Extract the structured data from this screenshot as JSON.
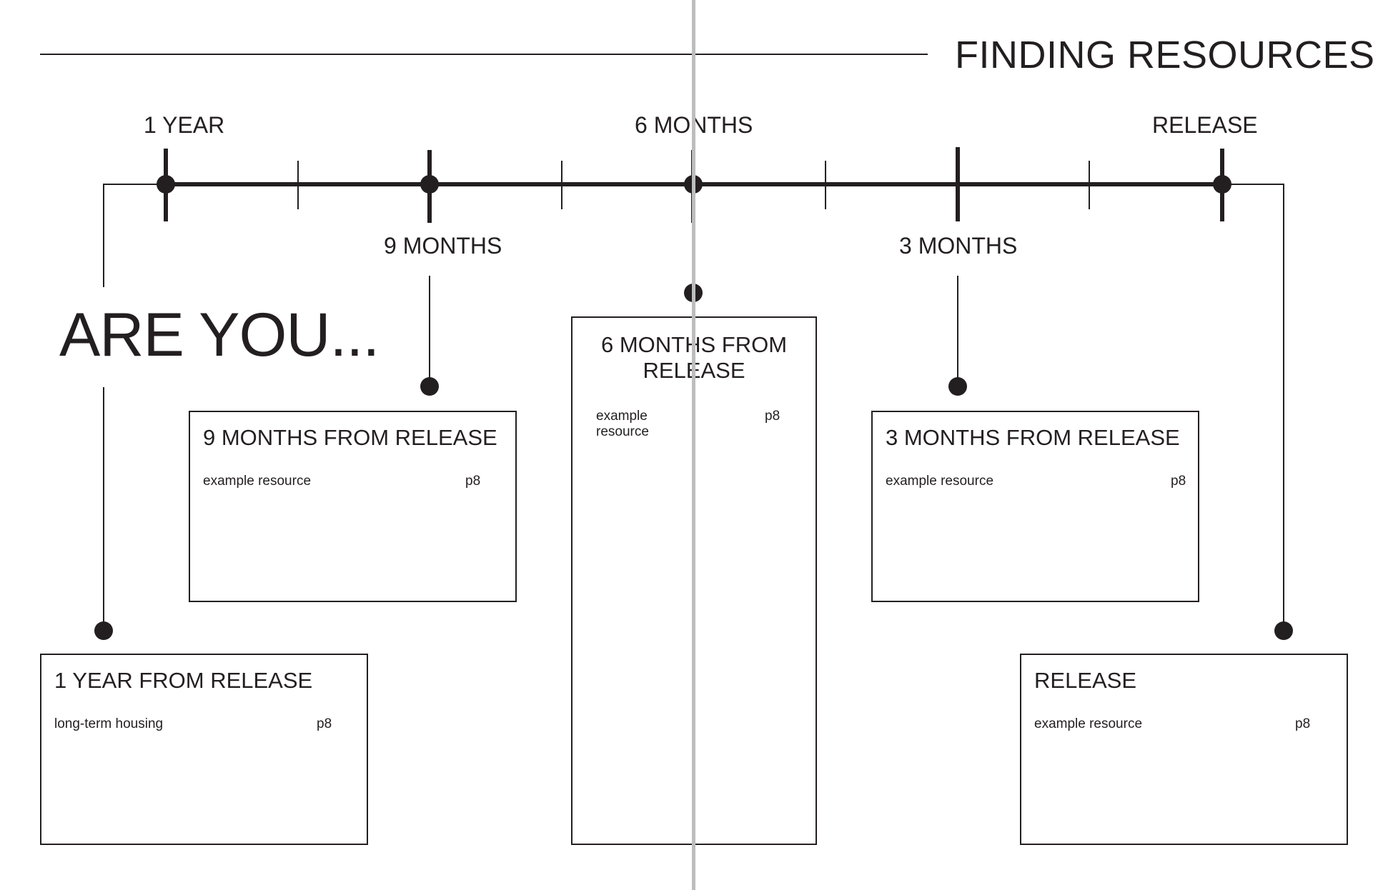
{
  "page": {
    "title": "FINDING RESOURCES",
    "heading": "ARE YOU..."
  },
  "timeline": {
    "upper_labels": [
      "1 YEAR",
      "6 MONTHS",
      "RELEASE"
    ],
    "lower_labels": [
      "9 MONTHS",
      "3 MONTHS"
    ]
  },
  "boxes": {
    "year": {
      "title": "1 YEAR FROM RELEASE",
      "item": "long-term housing",
      "page": "p8"
    },
    "nine": {
      "title": "9 MONTHS FROM RELEASE",
      "item": "example resource",
      "page": "p8"
    },
    "six": {
      "title": "6 MONTHS FROM RELEASE",
      "item": "example resource",
      "page": "p8"
    },
    "three": {
      "title": "3 MONTHS FROM RELEASE",
      "item": "example resource",
      "page": "p8"
    },
    "release": {
      "title": "RELEASE",
      "item": "example resource",
      "page": "p8"
    }
  },
  "colors": {
    "ink": "#231f20",
    "fold": "#bdbdbd",
    "background": "#ffffff"
  }
}
